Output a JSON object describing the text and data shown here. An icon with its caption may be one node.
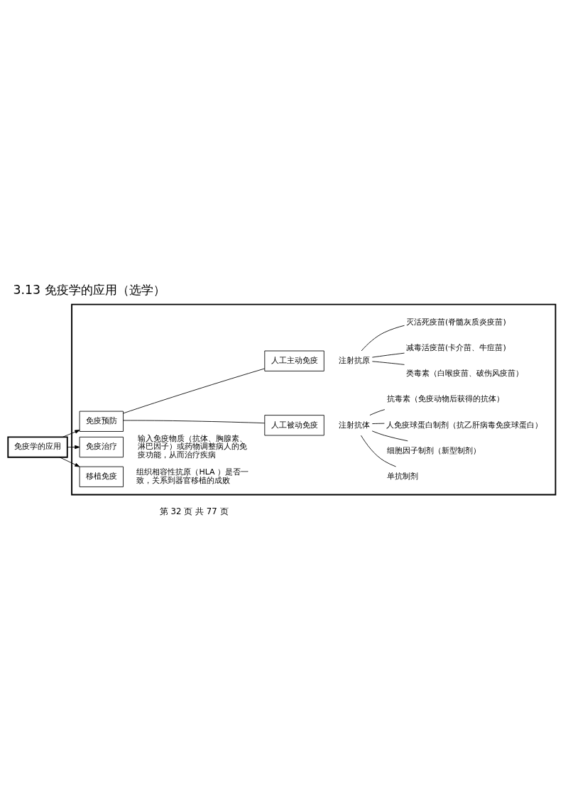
{
  "diagram": {
    "title": "3.13 免疫学的应用（选学）",
    "nodes": [
      {
        "text": [],
        "shape": "box"
      },
      {
        "text": [
          "免疫学的应用"
        ]
      },
      {
        "text": [
          "免疫预防"
        ],
        "in": 0
      },
      {
        "text": [
          "人工主动免疫"
        ],
        "in": 0
      },
      {
        "text": [
          "注射抗原"
        ],
        "in": 0
      },
      {
        "text": [
          "灭活死疫苗(脊髓灰质炎疫苗)"
        ],
        "in": 0
      },
      {
        "text": [
          "减毒活疫苗(卡介苗、牛痘苗)"
        ],
        "in": 0
      },
      {
        "text": [
          "类毒素（白喉疫苗、破伤风疫苗）"
        ],
        "in": 0
      },
      {
        "text": [
          "人工被动免疫"
        ],
        "in": 0
      },
      {
        "text": [
          "注射抗体"
        ],
        "in": 0
      },
      {
        "text": [
          "抗毒素（免疫动物后获得的抗体）"
        ],
        "in": 0
      },
      {
        "text": [
          "人免疫球蛋白制剂（抗乙肝病毒免疫球蛋白）"
        ],
        "in": 0
      },
      {
        "text": [
          "细胞因子制剂（新型制剂）"
        ],
        "in": 0
      },
      {
        "text": [
          "单抗制剂"
        ],
        "in": 0
      },
      {
        "text": [
          "免疫治疗"
        ],
        "in": 0,
        "beside": [
          "输入免疫物质（抗体、胸腺素、淋巴因子）或药物调整病人的免疫功能，从而治疗疾病"
        ]
      },
      {
        "text": [
          "移植免疫"
        ],
        "in": 0,
        "beside": [
          "组织相容性抗原（HLA ）是否一致，关系到器官移植的成败"
        ]
      }
    ],
    "edges": [
      {
        "from": 1,
        "to": 2,
        "arrow": "to"
      },
      {
        "from": 1,
        "to": 14,
        "arrow": "to"
      },
      {
        "from": 1,
        "to": 15,
        "arrow": "to"
      },
      {
        "from": 2,
        "to": 3,
        "arrow": "none"
      },
      {
        "from": 2,
        "to": 8,
        "arrow": "none"
      },
      {
        "from": 4,
        "to": 5,
        "arrow": "none"
      },
      {
        "from": 4,
        "to": 6,
        "arrow": "none"
      },
      {
        "from": 4,
        "to": 7,
        "arrow": "none"
      },
      {
        "from": 9,
        "to": 10,
        "arrow": "none"
      },
      {
        "from": 9,
        "to": 11,
        "arrow": "none"
      },
      {
        "from": 9,
        "to": 12,
        "arrow": "none"
      },
      {
        "from": 9,
        "to": 13,
        "arrow": "none"
      }
    ],
    "labels": [
      "第 32 页 共 77 页"
    ]
  }
}
